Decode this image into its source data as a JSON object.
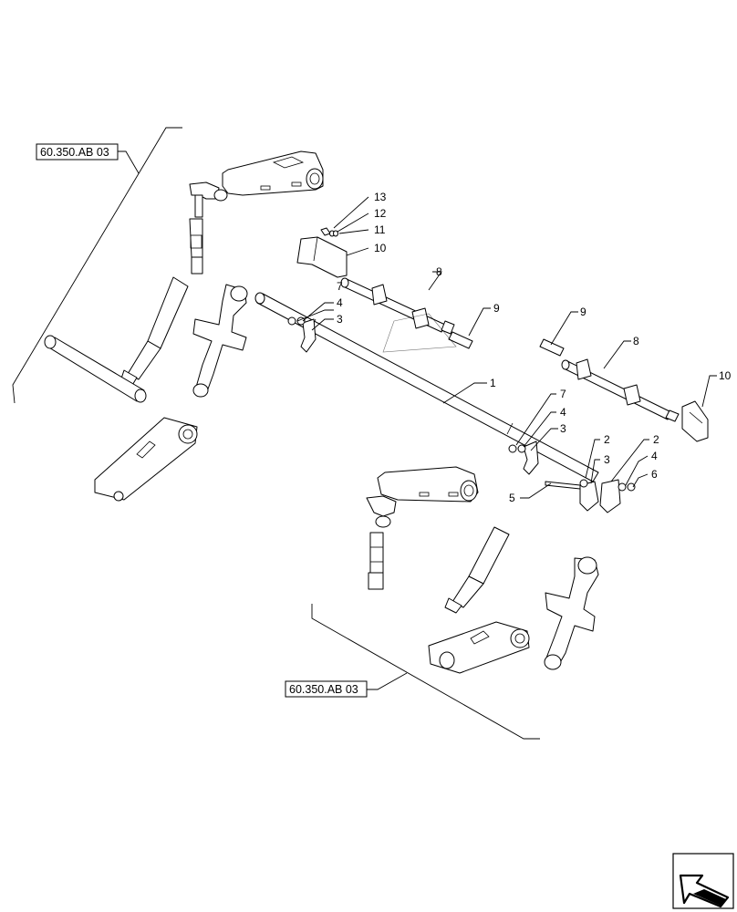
{
  "references": {
    "upper_ref": "60.350.AB 03",
    "lower_ref": "60.350.AB 03"
  },
  "callouts": [
    {
      "id": "c1",
      "label": "1"
    },
    {
      "id": "c2a",
      "label": "2"
    },
    {
      "id": "c2b",
      "label": "2"
    },
    {
      "id": "c3a",
      "label": "3"
    },
    {
      "id": "c3b",
      "label": "3"
    },
    {
      "id": "c3c",
      "label": "3"
    },
    {
      "id": "c4a",
      "label": "4"
    },
    {
      "id": "c4b",
      "label": "4"
    },
    {
      "id": "c4c",
      "label": "4"
    },
    {
      "id": "c5",
      "label": "5"
    },
    {
      "id": "c6",
      "label": "6"
    },
    {
      "id": "c7a",
      "label": "7"
    },
    {
      "id": "c7b",
      "label": "7"
    },
    {
      "id": "c8a",
      "label": "8"
    },
    {
      "id": "c8b",
      "label": "8"
    },
    {
      "id": "c9a",
      "label": "9"
    },
    {
      "id": "c9b",
      "label": "9"
    },
    {
      "id": "c10a",
      "label": "10"
    },
    {
      "id": "c10b",
      "label": "10"
    },
    {
      "id": "c11",
      "label": "11"
    },
    {
      "id": "c12",
      "label": "12"
    },
    {
      "id": "c13",
      "label": "13"
    }
  ],
  "nav_icon": "next-page-arrow-icon"
}
